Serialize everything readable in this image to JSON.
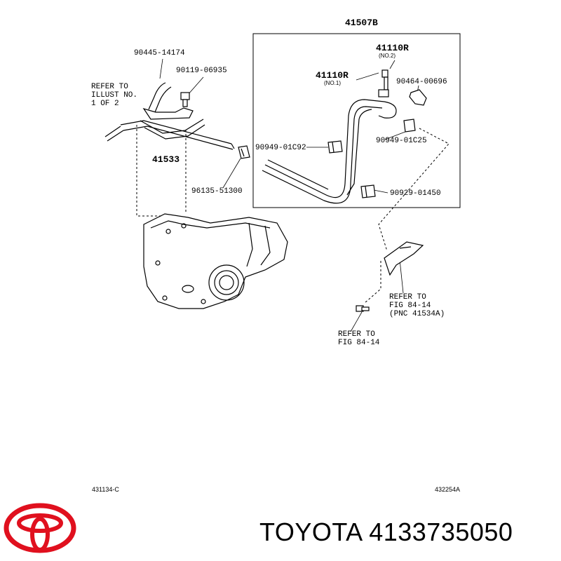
{
  "diagram": {
    "labels": {
      "p41507B": "41507B",
      "p90445": "90445-14174",
      "p90119": "90119-06935",
      "refer1_l1": "REFER TO",
      "refer1_l2": "ILLUST NO.",
      "refer1_l3": "1 OF 2",
      "p41533": "41533",
      "p96135": "96135-51300",
      "p41110R_no2": "41110R",
      "no2": "(NO.2)",
      "p41110R_no1": "41110R",
      "no1": "(NO.1)",
      "p90464": "90464-00696",
      "p90949_c92": "90949-01C92",
      "p90949_c25": "90949-01C25",
      "p90929": "90929-01450",
      "refer2_l1": "REFER TO",
      "refer2_l2": "FIG 84-14",
      "refer2_l3": "(PNC 41534A)",
      "refer3_l1": "REFER TO",
      "refer3_l2": "FIG 84-14",
      "code_left": "431134-C",
      "code_right": "432254A"
    }
  },
  "footer": {
    "brand": "TOYOTA",
    "part_number": "4133735050",
    "logo_color": "#e0101e"
  }
}
